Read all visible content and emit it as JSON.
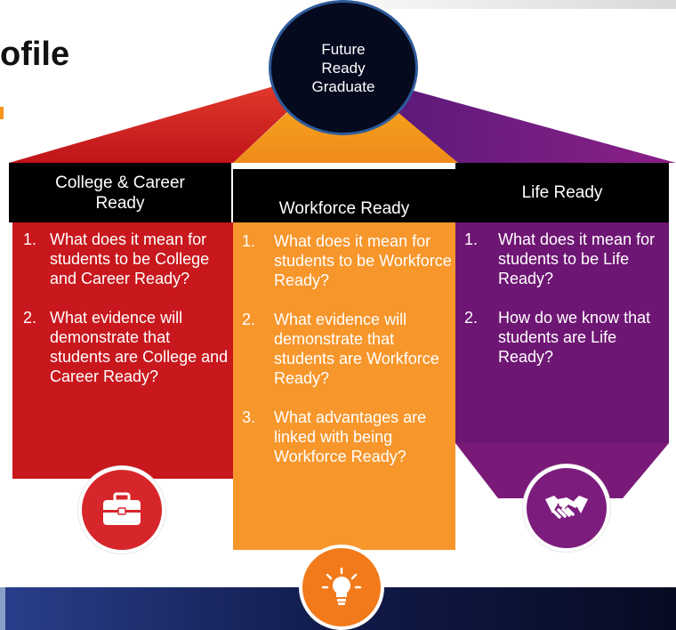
{
  "slide": {
    "title_fragment": "ofile",
    "hub_label": "Future\nReady\nGraduate"
  },
  "columns": [
    {
      "heading": "College & Career Ready",
      "color": "#c8171d",
      "icon": "briefcase-icon",
      "items": [
        {
          "num": "1.",
          "text": "What does it mean for students to be College and Career Ready?"
        },
        {
          "num": "2.",
          "text": "What evidence will demonstrate that students are College and Career Ready?"
        }
      ]
    },
    {
      "heading": "Workforce Ready",
      "color": "#f7962b",
      "icon": "lightbulb-icon",
      "items": [
        {
          "num": "1.",
          "text": "What does it mean for students to be Workforce Ready?"
        },
        {
          "num": "2.",
          "text": "What evidence will demonstrate that students are Workforce Ready?"
        },
        {
          "num": "3.",
          "text": "What advantages are linked with being Workforce Ready?"
        }
      ]
    },
    {
      "heading": "Life Ready",
      "color": "#6e1673",
      "icon": "handshake-icon",
      "items": [
        {
          "num": "1.",
          "text": "What does it mean for students to be Life Ready?"
        },
        {
          "num": "2.",
          "text": "How do we know that students are Life Ready?"
        }
      ]
    }
  ]
}
